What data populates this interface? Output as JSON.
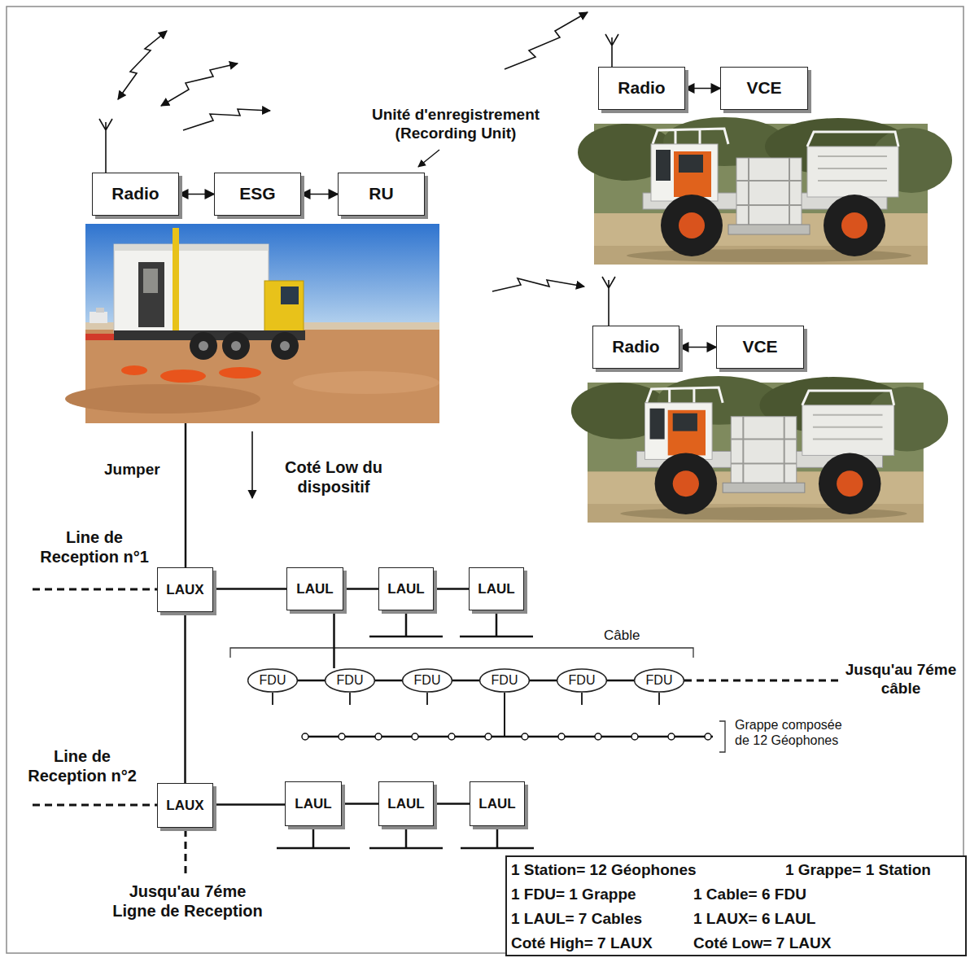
{
  "diagram": {
    "nodes": [
      {
        "text": [
          "Radio"
        ]
      },
      {
        "text": [
          "ESG"
        ]
      },
      {
        "text": [
          "RU"
        ]
      },
      {
        "text": [
          "Radio"
        ]
      },
      {
        "text": [
          "VCE"
        ]
      },
      {
        "text": [
          "Radio"
        ]
      },
      {
        "text": [
          "VCE"
        ]
      },
      {
        "text": [
          "LAUX"
        ]
      },
      {
        "text": [
          "LAUL"
        ]
      },
      {
        "text": [
          "LAUL"
        ]
      },
      {
        "text": [
          "LAUL"
        ]
      },
      {
        "text": [
          "FDU"
        ]
      },
      {
        "text": [
          "FDU"
        ]
      },
      {
        "text": [
          "FDU"
        ]
      },
      {
        "text": [
          "FDU"
        ]
      },
      {
        "text": [
          "FDU"
        ]
      },
      {
        "text": [
          "FDU"
        ]
      },
      {
        "text": [
          "LAUX"
        ]
      },
      {
        "text": [
          "LAUL"
        ]
      },
      {
        "text": [
          "LAUL"
        ]
      },
      {
        "text": [
          "LAUL"
        ]
      }
    ],
    "edges": [
      {
        "from": 0,
        "to": 1,
        "arrow": "both"
      },
      {
        "from": 1,
        "to": 2,
        "arrow": "both"
      },
      {
        "from": 3,
        "to": 4,
        "arrow": "both"
      },
      {
        "from": 5,
        "to": 6,
        "arrow": "both"
      },
      {
        "from": 7,
        "to": 8,
        "arrow": "none"
      },
      {
        "from": 8,
        "to": 9,
        "arrow": "none"
      },
      {
        "from": 9,
        "to": 10,
        "arrow": "none"
      },
      {
        "from": 7,
        "to": 17,
        "arrow": "none"
      },
      {
        "from": 8,
        "to": 12,
        "arrow": "none"
      },
      {
        "from": 11,
        "to": 12,
        "arrow": "none"
      },
      {
        "from": 12,
        "to": 13,
        "arrow": "none"
      },
      {
        "from": 13,
        "to": 14,
        "arrow": "none"
      },
      {
        "from": 14,
        "to": 15,
        "arrow": "none"
      },
      {
        "from": 15,
        "to": 16,
        "arrow": "none"
      },
      {
        "from": 17,
        "to": 18,
        "arrow": "none"
      },
      {
        "from": 18,
        "to": 19,
        "arrow": "none"
      },
      {
        "from": 19,
        "to": 20,
        "arrow": "none"
      }
    ],
    "labels": [
      "Unité d'enregistrement (Recording Unit)",
      "Jumper",
      "Coté Low du dispositif",
      "Line de Reception n°1",
      "Câble",
      "Jusqu'au 7éme câble",
      "Grappe composée de 12 Géophones",
      "Line de Reception n°2",
      "Jusqu'au 7éme Ligne de Reception",
      "1 Station= 12 Géophones",
      "1 Grappe= 1 Station",
      "1 FDU= 1 Grappe",
      "1 Cable= 6 FDU",
      "1 LAUL= 7 Cables",
      "1 LAUX= 6 LAUL",
      "Coté High= 7 LAUX",
      "Coté Low= 7 LAUX"
    ]
  }
}
